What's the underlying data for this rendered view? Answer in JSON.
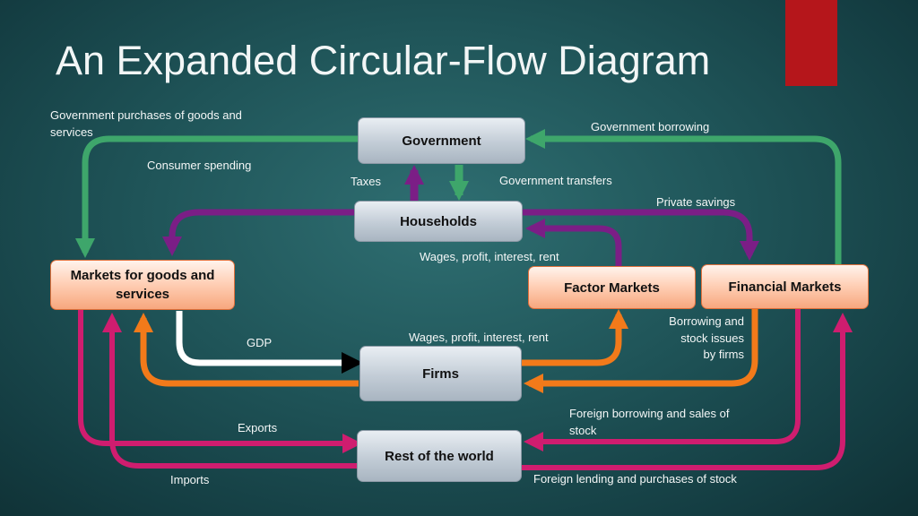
{
  "slide": {
    "title": "An Expanded Circular-Flow Diagram"
  },
  "colors": {
    "green": "#3ea66b",
    "purple": "#7b1e86",
    "orange": "#f27a1a",
    "magenta": "#cf1d6f",
    "white": "#ffffff",
    "black": "#000000",
    "accent_red": "#b5161b"
  },
  "boxes": {
    "government": "Government",
    "households": "Households",
    "markets_goods": "Markets for goods and services",
    "factor_markets": "Factor Markets",
    "financial_markets": "Financial Markets",
    "firms": "Firms",
    "rest_of_world": "Rest of the world"
  },
  "labels": {
    "gov_purchases": "Government purchases of goods and services",
    "consumer_spending": "Consumer spending",
    "taxes": "Taxes",
    "gov_transfers": "Government transfers",
    "gov_borrowing": "Government borrowing",
    "private_savings": "Private savings",
    "wages_upper": "Wages, profit, interest, rent",
    "wages_lower": "Wages, profit, interest, rent",
    "gdp": "GDP",
    "borrowing_issues_1": "Borrowing and",
    "borrowing_issues_2": "stock issues",
    "borrowing_issues_3": "by firms",
    "foreign_borrowing": "Foreign borrowing and sales of stock",
    "exports": "Exports",
    "imports": "Imports",
    "foreign_lending": "Foreign lending and purchases of stock"
  }
}
